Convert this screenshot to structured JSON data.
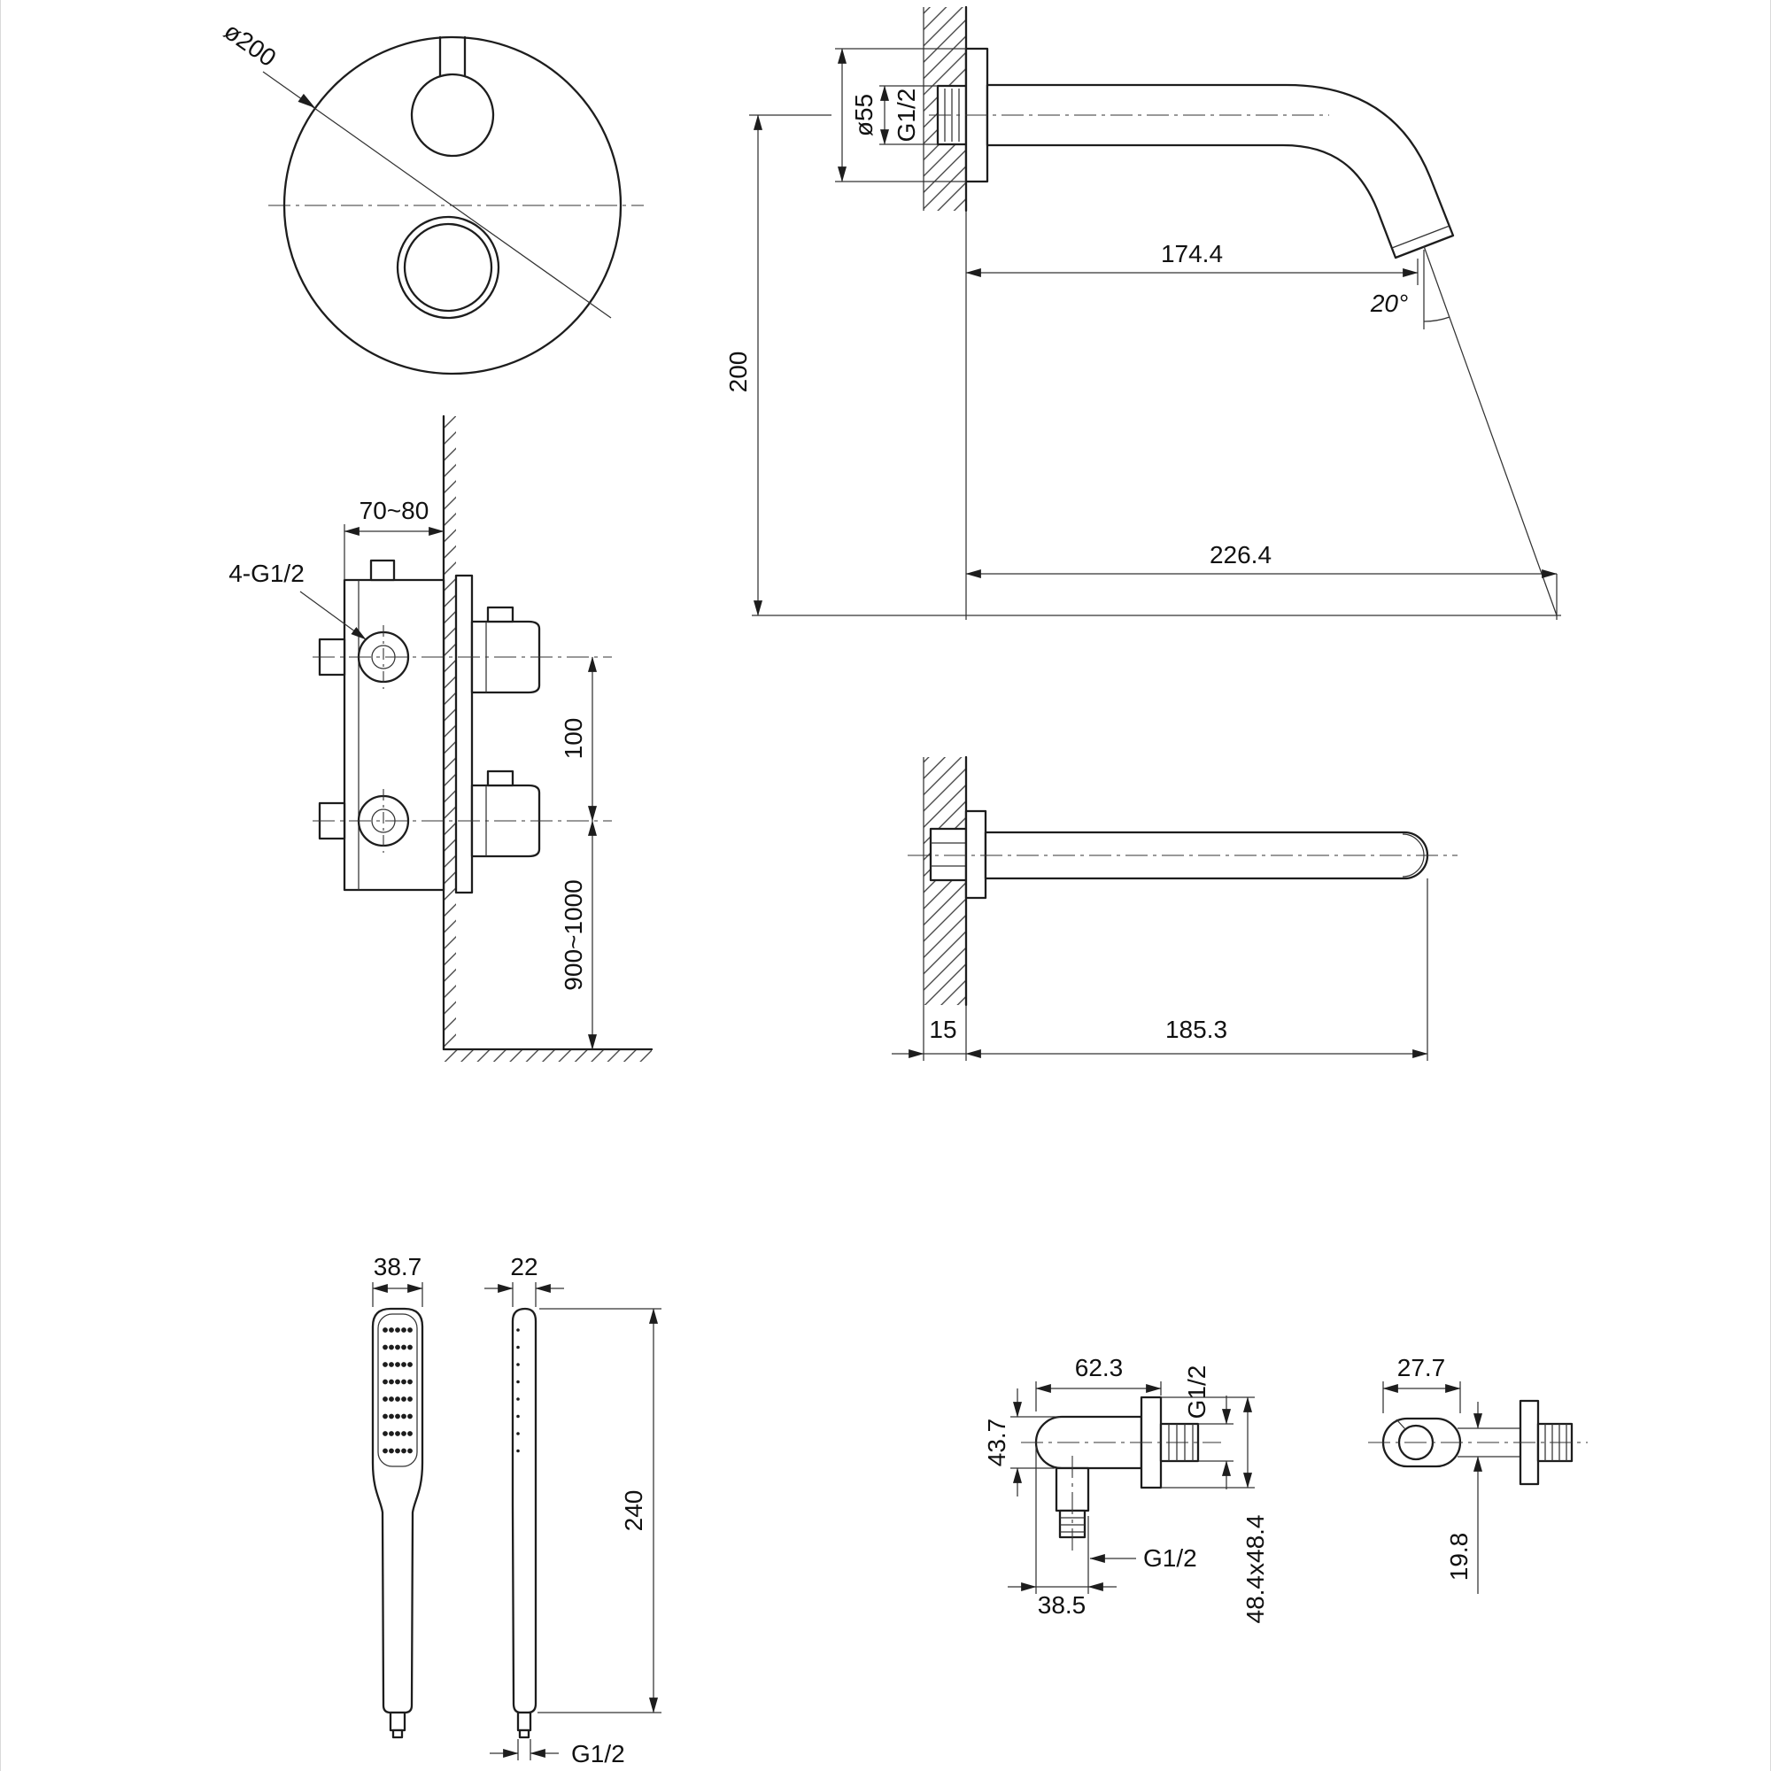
{
  "views": {
    "trim_plate": {
      "diameter": "ø200"
    },
    "curved_spout": {
      "flange_diameter": "ø55",
      "wall_thread": "G1/2",
      "spout_reach": "174.4",
      "stream_angle": "20°",
      "height": "200",
      "stream_reach": "226.4"
    },
    "valve": {
      "recess_depth": "70~80",
      "connections": "4-G1/2",
      "handle_spacing": "100",
      "install_height": "900~1000"
    },
    "straight_spout": {
      "flange_depth": "15",
      "length": "185.3"
    },
    "hand_shower": {
      "head_width": "38.7",
      "head_depth": "22",
      "length": "240",
      "thread": "G1/2"
    },
    "outlet_elbow": {
      "body_length": "62.3",
      "outlet_thread": "G1/2",
      "body_height": "43.7",
      "bottom_thread": "G1/2",
      "outlet_offset": "38.5",
      "plate_size": "48.4x48.4"
    },
    "holder": {
      "width": "27.7",
      "drop": "19.8"
    }
  }
}
